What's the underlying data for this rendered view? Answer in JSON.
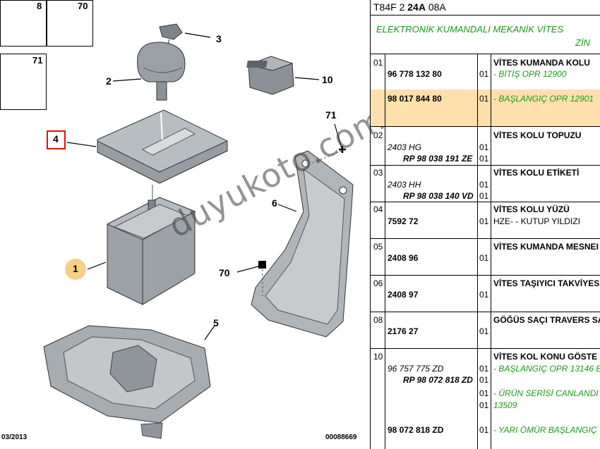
{
  "diagram": {
    "thumb_labels": [
      "8",
      "70",
      "71"
    ],
    "callouts": [
      "1",
      "2",
      "3",
      "4",
      "5",
      "6",
      "10",
      "70",
      "71"
    ],
    "footer_left": "03/2013",
    "footer_right": "00088669",
    "watermark": "duyukoto.com"
  },
  "header": {
    "code_a": "T84F 2 ",
    "code_b": "24A",
    "code_c": " 08A",
    "title_line1": "ELEKTRONİK KUMANDALI MEKANİK VİTES",
    "title_line2": "ZİN"
  },
  "rows": [
    {
      "no": "01",
      "ref": "96 778 132 80",
      "qty": "01",
      "name": "VİTES KUMANDA KOLU",
      "note": "- BİTİŞ OPR 12900"
    },
    {
      "ref": "98 017 844 80",
      "qty": "01",
      "note": "- BAŞLANGIÇ OPR 12901"
    },
    {
      "no": "02",
      "name": "VİTES KOLU TOPUZU",
      "sub": "2403 HG",
      "qty_a": "01",
      "ref": "RP 98 038 191 ZE",
      "qty_b": "01"
    },
    {
      "no": "03",
      "name": "VİTES KOLU ETİKETİ",
      "sub": "2403 HH",
      "qty_a": "01",
      "ref": "RP 98 038 140 VD",
      "qty_b": "01"
    },
    {
      "no": "04",
      "ref": "7592 72",
      "qty": "01",
      "name": "VİTES KOLU YÜZÜ",
      "note": "HZE- - KUTUP YILDIZI"
    },
    {
      "no": "05",
      "ref": "2408 96",
      "qty": "01",
      "name": "VİTES KUMANDA MESNEI"
    },
    {
      "no": "06",
      "ref": "2408 97",
      "qty": "01",
      "name": "VİTES TAŞIYICI TAKVİYES"
    },
    {
      "no": "08",
      "ref": "2176 27",
      "qty": "01",
      "name": "GÖĞÜS SAÇI TRAVERS SA"
    },
    {
      "no": "10",
      "name": "VİTES KOL KONU GÖSTE",
      "sub": "96 757 775 ZD",
      "qty_a": "01",
      "note_a": "- BAŞLANGIÇ OPR 13146 E",
      "ref": "RP 98 072 818 ZD",
      "qty_b": "01",
      "qty_c": "01",
      "note_c": "- ÜRÜN SERİSİ CANLANDI",
      "qty_d": "01",
      "note_d": "13509"
    },
    {
      "ref": "98 072 818 ZD",
      "qty": "01",
      "note": "- YARI ÖMÜR BAŞLANGIÇ"
    }
  ]
}
